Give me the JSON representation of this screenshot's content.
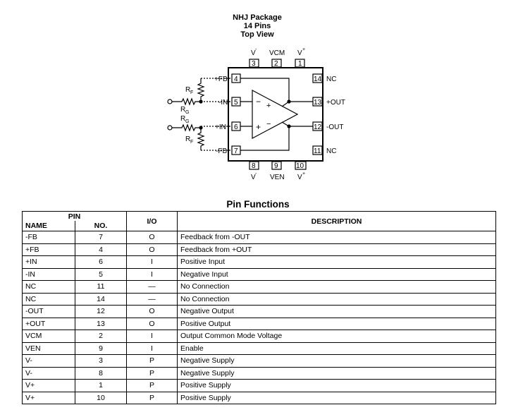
{
  "package": {
    "title": "NHJ Package",
    "pins_line": "14 Pins",
    "view": "Top View"
  },
  "diagram": {
    "top_labels": {
      "v_minus": "V",
      "v_minus_sup": "-",
      "vcm": "VCM",
      "v_plus": "V",
      "v_plus_sup": "+"
    },
    "bottom_labels": {
      "v_minus": "V",
      "v_minus_sup": "-",
      "ven": "VEN",
      "v_plus": "V",
      "v_plus_sup": "+"
    },
    "pin_numbers": {
      "p1": "1",
      "p2": "2",
      "p3": "3",
      "p4": "4",
      "p5": "5",
      "p6": "6",
      "p7": "7",
      "p8": "8",
      "p9": "9",
      "p10": "10",
      "p11": "11",
      "p12": "12",
      "p13": "13",
      "p14": "14"
    },
    "left_labels": {
      "fb_plus": "+FB",
      "in_minus": "-IN",
      "in_plus": "+IN",
      "fb_minus": "-FB"
    },
    "right_labels": {
      "nc14": "NC",
      "out_plus": "+OUT",
      "out_minus": "-OUT",
      "nc11": "NC"
    },
    "resistors": {
      "rf_top": "R",
      "rf_top_sub": "F",
      "rg_top": "R",
      "rg_top_sub": "G",
      "rg_bottom": "R",
      "rg_bottom_sub": "G",
      "rf_bottom": "R",
      "rf_bottom_sub": "F"
    },
    "opamp": {
      "in_minus_sign": "−",
      "in_plus_sign": "+",
      "out_plus_sign": "+",
      "out_minus_sign": "−"
    }
  },
  "pin_functions": {
    "title": "Pin Functions",
    "header": {
      "pin": "PIN",
      "name": "NAME",
      "no": "NO.",
      "io": "I/O",
      "description": "DESCRIPTION"
    },
    "rows": [
      {
        "name": "-FB",
        "no": "7",
        "io": "O",
        "description": "Feedback from -OUT"
      },
      {
        "name": "+FB",
        "no": "4",
        "io": "O",
        "description": "Feedback from +OUT"
      },
      {
        "name": "+IN",
        "no": "6",
        "io": "I",
        "description": "Positive Input"
      },
      {
        "name": "-IN",
        "no": "5",
        "io": "I",
        "description": "Negative Input"
      },
      {
        "name": "NC",
        "no": "11",
        "io": "—",
        "description": "No Connection"
      },
      {
        "name": "NC",
        "no": "14",
        "io": "—",
        "description": "No Connection"
      },
      {
        "name": "-OUT",
        "no": "12",
        "io": "O",
        "description": "Negative Output"
      },
      {
        "name": "+OUT",
        "no": "13",
        "io": "O",
        "description": "Positive Output"
      },
      {
        "name": "VCM",
        "no": "2",
        "io": "I",
        "description": "Output Common Mode Voltage"
      },
      {
        "name": "VEN",
        "no": "9",
        "io": "I",
        "description": "Enable"
      },
      {
        "name": "V-",
        "no": "3",
        "io": "P",
        "description": "Negative Supply"
      },
      {
        "name": "V-",
        "no": "8",
        "io": "P",
        "description": "Negative Supply"
      },
      {
        "name": "V+",
        "no": "1",
        "io": "P",
        "description": "Positive Supply"
      },
      {
        "name": "V+",
        "no": "10",
        "io": "P",
        "description": "Positive Supply"
      }
    ]
  }
}
